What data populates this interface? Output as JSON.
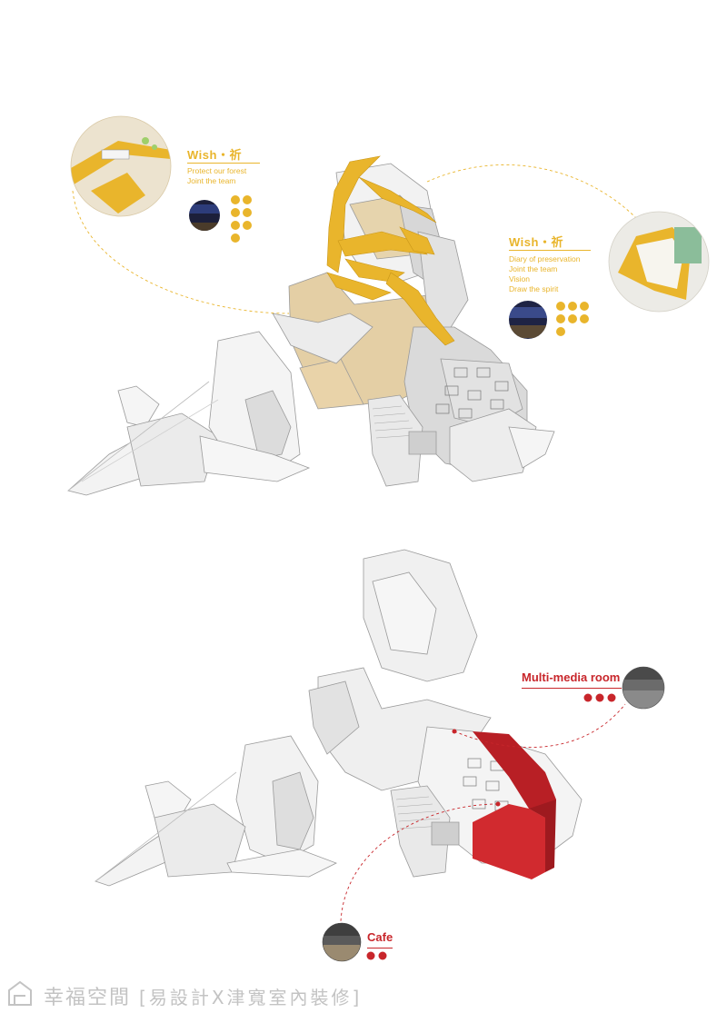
{
  "colors": {
    "accent_yellow": "#e9b52c",
    "accent_red": "#c8262b",
    "floor_tan": "#e4cfa5",
    "wall_gray": "#e3e3e3",
    "line_gray": "#9a9a9a",
    "footer_gray": "#c3c3c3"
  },
  "wish_left": {
    "title": "Wish・祈",
    "lines": [
      "Protect our forest",
      "Joint the team"
    ]
  },
  "wish_right": {
    "title": "Wish・祈",
    "lines": [
      "Diary of preservation",
      "Joint the team",
      "Vision",
      "Draw the spirit"
    ]
  },
  "multimedia": {
    "label": "Multi-media room"
  },
  "cafe": {
    "label": "Cafe"
  },
  "footer": {
    "brand": "幸福空間",
    "credit": "[易設計X津寬室內裝修]"
  },
  "icons": [
    "stage-icon",
    "screen-icon",
    "music-icon",
    "share-icon",
    "settings-icon",
    "location-icon"
  ]
}
